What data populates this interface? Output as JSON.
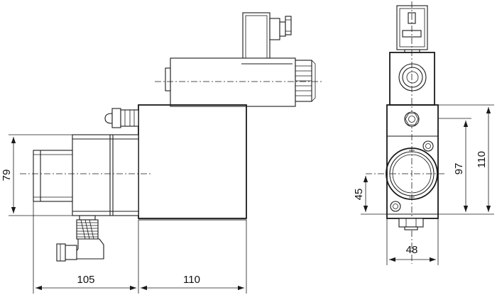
{
  "dimensions": {
    "left_height": "79",
    "bottom_left": "105",
    "bottom_right": "110",
    "side_height_total": "110",
    "side_height_inner": "97",
    "side_axis_height": "45",
    "side_width": "48"
  }
}
